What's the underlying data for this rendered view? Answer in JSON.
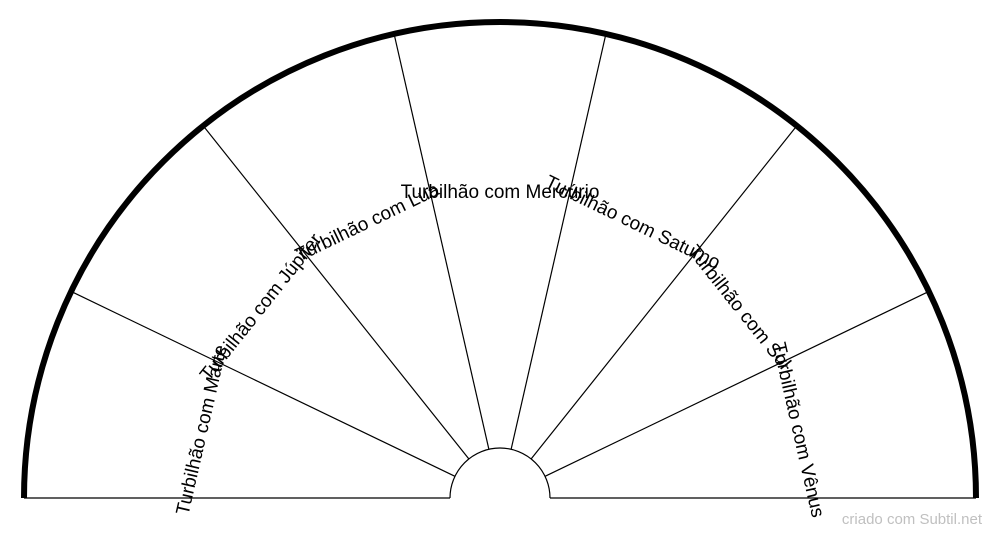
{
  "diagram": {
    "sectors": [
      "Turbilhão com Marte",
      "Turbilhão com Júpiter",
      "Turbilhão com Lua",
      "Turbilhão com Mercúrio",
      "Turbilhão com Saturno",
      "Turbilhão com Sol",
      "Turbilhão com Vênus"
    ],
    "colors": {
      "stroke": "#000000",
      "fill": "#ffffff",
      "credit": "#c0c0c0"
    }
  },
  "footer": {
    "credit": "criado com Subtil.net"
  }
}
